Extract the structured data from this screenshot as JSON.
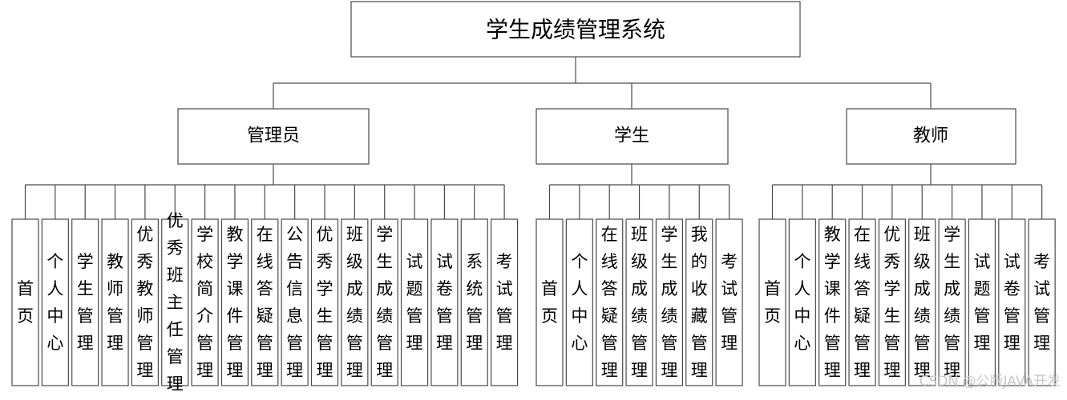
{
  "root": {
    "label": "学生成绩管理系统"
  },
  "roles": [
    {
      "label": "管理员",
      "children": [
        "首页",
        "个人中心",
        "学生管理",
        "教师管理",
        "优秀教师管理",
        "优秀班主任管理",
        "学校简介管理",
        "教学课件管理",
        "在线答疑管理",
        "公告信息管理",
        "优秀学生管理",
        "班级成绩管理",
        "学生成绩管理",
        "试题管理",
        "试卷管理",
        "系统管理",
        "考试管理"
      ]
    },
    {
      "label": "学生",
      "children": [
        "首页",
        "个人中心",
        "在线答疑管理",
        "班级成绩管理",
        "学生成绩管理",
        "我的收藏管理",
        "考试管理"
      ]
    },
    {
      "label": "教师",
      "children": [
        "首页",
        "个人中心",
        "教学课件管理",
        "在线答疑管理",
        "优秀学生管理",
        "班级成绩管理",
        "学生成绩管理",
        "试题管理",
        "试卷管理",
        "考试管理"
      ]
    }
  ],
  "watermark": "CSDN @公版JAVA开发"
}
